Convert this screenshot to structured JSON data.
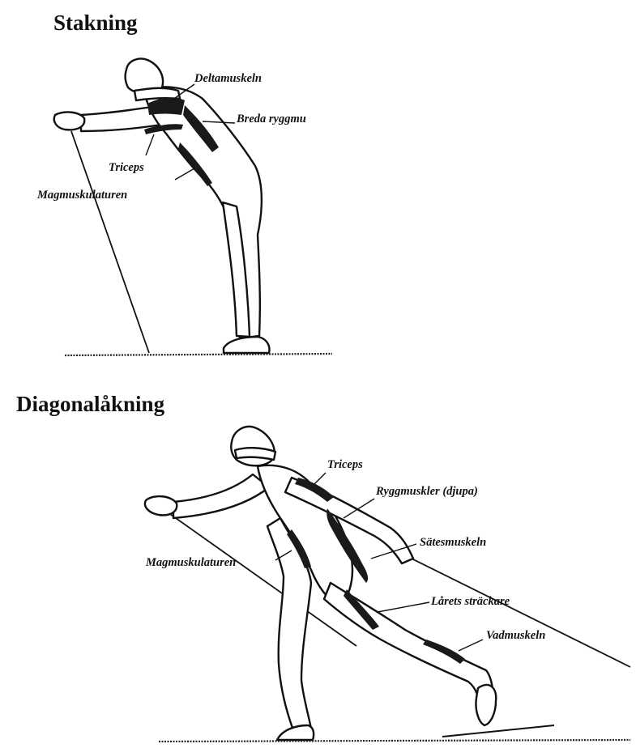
{
  "stakning": {
    "title": "Stakning",
    "labels": {
      "deltamuskeln": "Deltamuskeln",
      "breda_ryggm": "Breda ryggmu",
      "triceps": "Triceps",
      "magmuskulaturen": "Magmuskulaturen"
    }
  },
  "diagonal": {
    "title": "Diagonalåkning",
    "labels": {
      "triceps": "Triceps",
      "ryggmuskler": "Ryggmuskler (djupa)",
      "satesmuskeln": "Sätesmuskeln",
      "magmuskulaturen": "Magmuskulaturen",
      "larets_strackare": "Lårets sträckare",
      "vadmuskeln": "Vadmuskeln"
    }
  }
}
